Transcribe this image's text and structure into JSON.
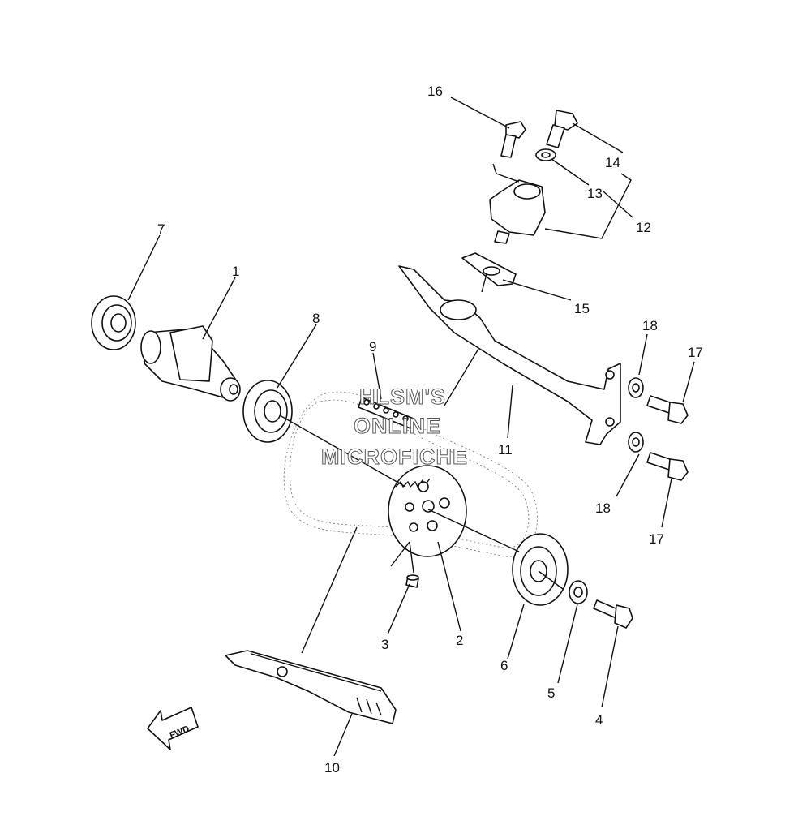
{
  "watermark": {
    "line1": "HLSM'S",
    "line2": "ONLINE",
    "line3": "MICROFICHE"
  },
  "fwd_label": "FWD",
  "callouts": {
    "c1": "1",
    "c2": "2",
    "c3": "3",
    "c4": "4",
    "c5": "5",
    "c6": "6",
    "c7": "7",
    "c8": "8",
    "c9": "9",
    "c10": "10",
    "c11": "11",
    "c12": "12",
    "c13": "13",
    "c14": "14",
    "c15": "15",
    "c16": "16",
    "c17a": "17",
    "c17b": "17",
    "c18a": "18",
    "c18b": "18"
  }
}
